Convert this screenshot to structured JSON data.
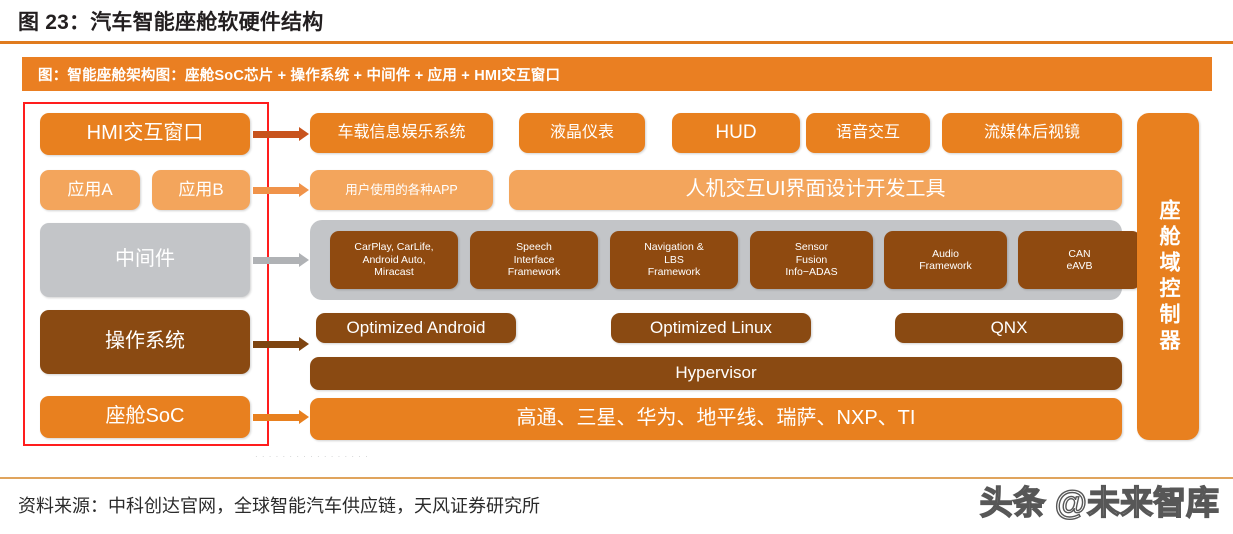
{
  "figure": {
    "title": "图 23：汽车智能座舱软硬件结构",
    "banner": "图：智能座舱架构图：座舱SoC芯片 + 操作系统 + 中间件 + 应用 + HMI交互窗口",
    "faint_caption": "· · · · · · · · · · · · · · · · ·"
  },
  "layers": {
    "hmi": {
      "label": "HMI交互窗口",
      "color": "#e8801f",
      "arrow_color": "#c8531d",
      "items": [
        {
          "label": "车载信息娱乐系统"
        },
        {
          "label": "液晶仪表"
        },
        {
          "label": "HUD"
        },
        {
          "label": "语音交互"
        },
        {
          "label": "流媒体后视镜"
        }
      ]
    },
    "application": {
      "label_a": "应用A",
      "label_b": "应用B",
      "color": "#f3a55c",
      "arrow_color": "#f0934a",
      "items": [
        {
          "label": "用户使用的各种APP"
        },
        {
          "label": "人机交互UI界面设计开发工具"
        }
      ]
    },
    "middleware": {
      "label": "中间件",
      "color": "#c3c5c8",
      "arrow_color": "#b0b2b5",
      "items": [
        {
          "label": "CarPlay, CarLife,\nAndroid Auto,\nMiracast"
        },
        {
          "label": "Speech\nInterface\nFramework"
        },
        {
          "label": "Navigation &\nLBS\nFramework"
        },
        {
          "label": "Sensor\nFusion\nInfo−ADAS"
        },
        {
          "label": "Audio\nFramework"
        },
        {
          "label": "CAN\neAVB"
        }
      ]
    },
    "os": {
      "label": "操作系统",
      "color": "#8a4a12",
      "arrow_color": "#7e4410",
      "items": [
        {
          "label": "Optimized Android"
        },
        {
          "label": "Optimized Linux"
        },
        {
          "label": "QNX"
        }
      ],
      "hypervisor": "Hypervisor"
    },
    "soc": {
      "label": "座舱SoC",
      "color": "#e8801f",
      "arrow_color": "#e8801f",
      "items": [
        {
          "label": "高通、三星、华为、地平线、瑞萨、NXP、TI"
        }
      ]
    },
    "domain_controller": {
      "label": "座舱域控制器",
      "color": "#e8801f"
    }
  },
  "footer": {
    "source": "资料来源：中科创达官网，全球智能汽车供应链，天风证券研究所",
    "watermark": "头条 @未来智库"
  }
}
